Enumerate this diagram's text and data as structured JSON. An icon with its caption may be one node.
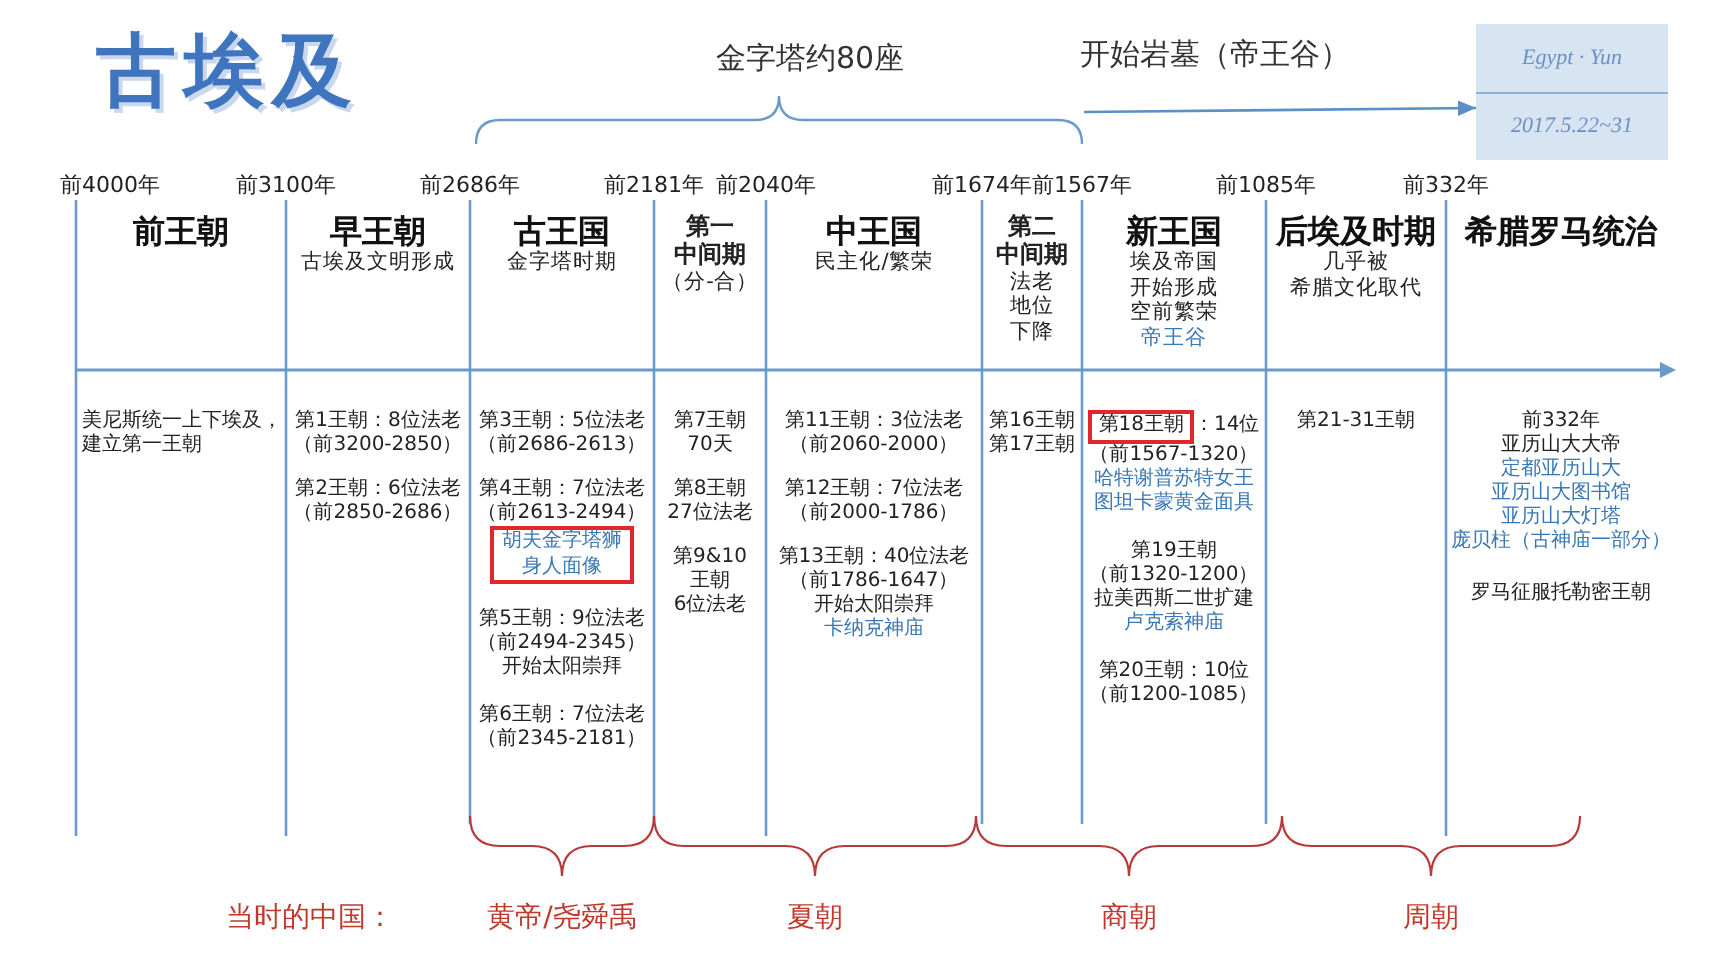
{
  "diagram": {
    "title": "古埃及",
    "nodes": [
      {
        "text": [
          "开始岩墓（帝王谷）"
        ]
      },
      {
        "text": [
          "Egypt · Yun",
          "2017.5.22~31"
        ]
      },
      {
        "text": [
          "胡夫金字塔狮身人面像"
        ]
      },
      {
        "text": [
          "第18王朝"
        ],
        "beside": [
          "：14位"
        ]
      }
    ],
    "edges": [
      {
        "from": 0,
        "to": 1,
        "arrow": "to"
      }
    ],
    "labels": [
      "金字塔约80座",
      "前4000年",
      "前3100年",
      "前2686年",
      "前2181年",
      "前2040年",
      "前1674年",
      "前1567年",
      "前1085年",
      "前332年",
      "前王朝",
      "美尼斯统一上下埃及，建立第一王朝",
      "早王朝",
      "古埃及文明形成",
      "第1王朝：8位法老",
      "（前3200-2850）",
      "第2王朝：6位法老",
      "（前2850-2686）",
      "古王国",
      "金字塔时期",
      "第3王朝：5位法老",
      "（前2686-2613）",
      "第4王朝：7位法老",
      "（前2613-2494）",
      "第5王朝：9位法老",
      "（前2494-2345）",
      "开始太阳崇拜",
      "第6王朝：7位法老",
      "（前2345-2181）",
      "第一",
      "中间期",
      "（分-合）",
      "第7王朝",
      "70天",
      "第8王朝",
      "27位法老",
      "第9&10",
      "王朝",
      "6位法老",
      "中王国",
      "民主化/繁荣",
      "第11王朝：3位法老",
      "（前2060-2000）",
      "第12王朝：7位法老",
      "（前2000-1786）",
      "第13王朝：40位法老",
      "（前1786-1647）",
      "开始太阳崇拜",
      "卡纳克神庙",
      "第二",
      "中间期",
      "法老地位下降",
      "第16王朝",
      "第17王朝",
      "新王国",
      "埃及帝国开始形成空前繁荣",
      "帝王谷",
      "（前1567-1320）",
      "哈特谢普苏特女王",
      "图坦卡蒙黄金面具",
      "第19王朝",
      "（前1320-1200）",
      "拉美西斯二世扩建",
      "卢克索神庙",
      "第20王朝：10位",
      "（前1200-1085）",
      "后埃及时期",
      "几乎被",
      "希腊文化取代",
      "第21-31王朝",
      "希腊罗马统治",
      "前332年",
      "亚历山大大帝",
      "定都亚历山大",
      "亚历山大图书馆",
      "亚历山大灯塔",
      "庞贝柱（古神庙一部分）",
      "罗马征服托勒密王朝",
      "当时的中国：",
      "黄帝/尧舜禹",
      "夏朝",
      "商朝",
      "周朝"
    ]
  }
}
